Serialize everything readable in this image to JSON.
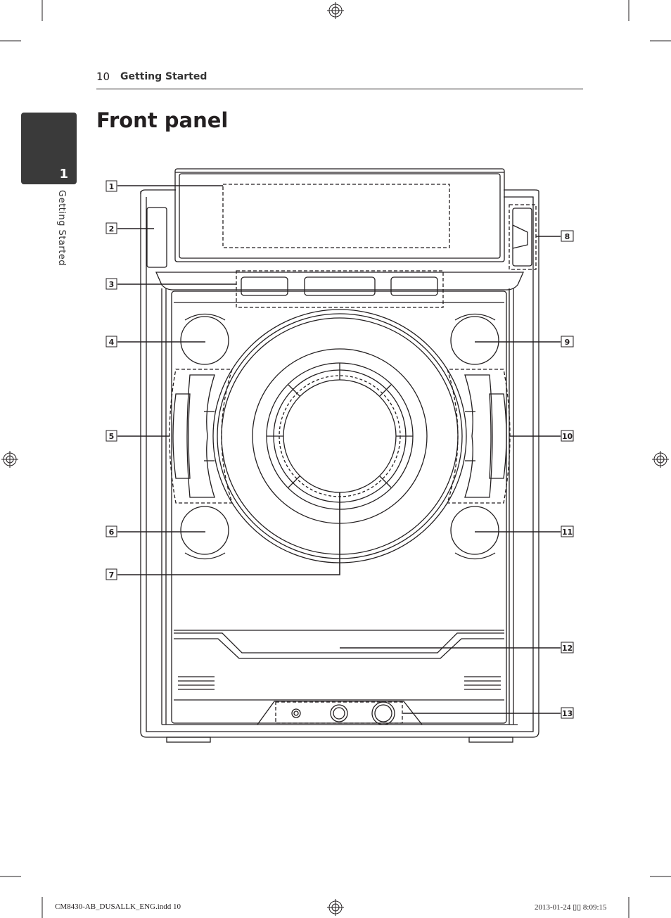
{
  "header": {
    "page_number": "10",
    "section": "Getting Started"
  },
  "chapter_tab": {
    "number": "1",
    "side_label": "Getting Started"
  },
  "page_title": "Front panel",
  "callouts": [
    "1",
    "2",
    "3",
    "4",
    "5",
    "6",
    "7",
    "8",
    "9",
    "10",
    "11",
    "12",
    "13"
  ],
  "footer": {
    "file_name": "CM8430-AB_DUSALLK_ENG.indd   10",
    "timestamp": "2013-01-24   ▯▯ 8:09:15"
  }
}
